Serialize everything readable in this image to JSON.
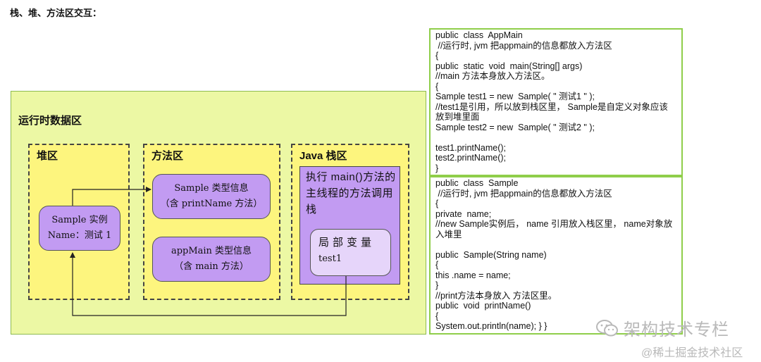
{
  "title": "栈、堆、方法区交互：",
  "runtime": {
    "title": "运行时数据区",
    "heap": {
      "title": "堆区",
      "instance": {
        "line1": "Sample 实例",
        "line2": "Name：测试 1"
      }
    },
    "method_area": {
      "title": "方法区",
      "sample_info": {
        "line1": "Sample 类型信息",
        "line2": "（含 printName 方法）"
      },
      "appmain_info": {
        "line1": "appMain 类型信息",
        "line2": "（含 main 方法）"
      }
    },
    "stack": {
      "title": "Java 栈区",
      "description": "执行 main()方法的主线程的方法调用栈",
      "local": {
        "title": "局部变量",
        "value": "test1"
      }
    }
  },
  "code": {
    "appmain": [
      "public  class  AppMain",
      " //运行时, jvm 把appmain的信息都放入方法区",
      "{",
      "public  static  void  main(String[] args)",
      "//main 方法本身放入方法区。",
      "{",
      "Sample test1 = new  Sample( \" 测试1 \" );",
      " //test1是引用，所以放到栈区里， Sample是自定义对象应该放到堆里面",
      "Sample test2 = new  Sample( \" 测试2 \" );",
      "",
      "test1.printName();",
      "test2.printName();",
      "}"
    ],
    "sample": [
      "public  class  Sample",
      " //运行时, jvm 把appmain的信息都放入方法区",
      "{",
      "private  name;",
      " //new Sample实例后， name 引用放入栈区里，  name对象放入堆里",
      "",
      "public  Sample(String name)",
      "{",
      "this .name = name;",
      "}",
      "//print方法本身放入 方法区里。",
      "public  void  printName()",
      "{",
      "System.out.println(name); } }"
    ]
  },
  "watermark": {
    "main": "架构技术专栏",
    "sub": "@稀土掘金技术社区"
  }
}
